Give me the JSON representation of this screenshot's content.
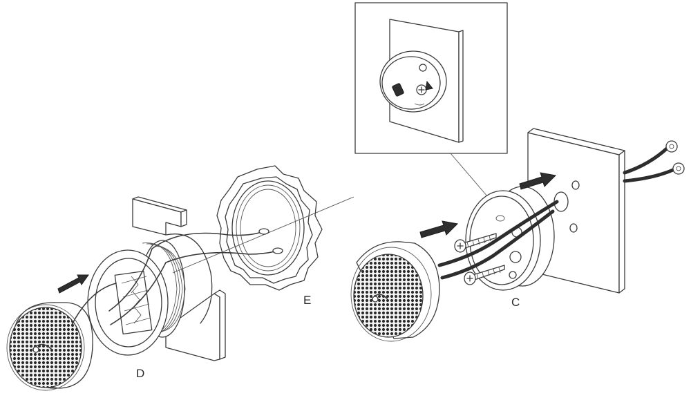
{
  "labels": {
    "d": "D",
    "e": "E",
    "c": "C"
  },
  "colors": {
    "line": "#3a3a3a",
    "grille": "#2e2e2e",
    "background": "#ffffff"
  }
}
